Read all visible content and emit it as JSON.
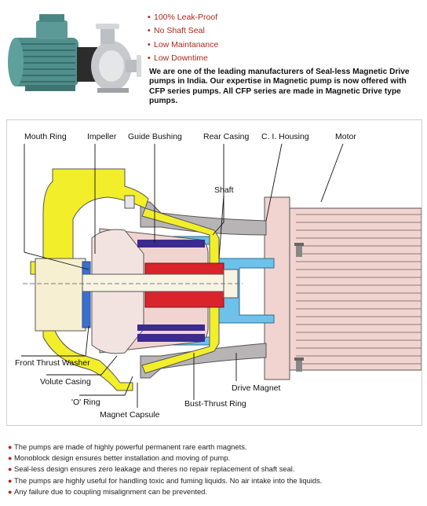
{
  "features": [
    "100% Leak-Proof",
    "No Shaft Seal",
    "Low Maintanance",
    "Low Downtime"
  ],
  "intro": "We are one of the leading manufacturers of Seal-less Magnetic Drive pumps in India. Our expertise in Magnetic pump is now offered with CFP series pumps. All CFP series are made in Magnetic Drive type pumps.",
  "diagram_labels": {
    "mouth_ring": "Mouth Ring",
    "impeller": "Impeller",
    "guide_bushing": "Guide Bushing",
    "rear_casing": "Rear Casing",
    "ci_housing": "C. I. Housing",
    "motor": "Motor",
    "shaft": "Shaft",
    "front_thrust_washer": "Front Thrust Washer",
    "volute_casing": "Volute Casing",
    "o_ring": "'O' Ring",
    "magnet_capsule": "Magnet Capsule",
    "bust_thrust_ring": "Bust-Thrust Ring",
    "drive_magnet": "Drive Magnet"
  },
  "notes": [
    "The pumps are made of highly powerful permanent rare earth magnets.",
    "Monoblock design ensures better installation and moving of pump.",
    "Seal-less design ensures zero leakage and theres no repair replacement of shaft seal.",
    "The pumps are highly useful for handling toxic and fuming liquids. No air intake into the liquids.",
    "Any failure due to coupling misalignment can be prevented."
  ],
  "colors": {
    "accent_red": "#b0271b",
    "volute_yellow": "#f2ee2a",
    "housing_pink": "#f1d4d0",
    "drive_blue": "#6ec1ea",
    "magnet_navy": "#3b2a8f",
    "shaft_red": "#d9242b"
  },
  "icons": {
    "photo": "magnetic-drive-pump-photo"
  }
}
